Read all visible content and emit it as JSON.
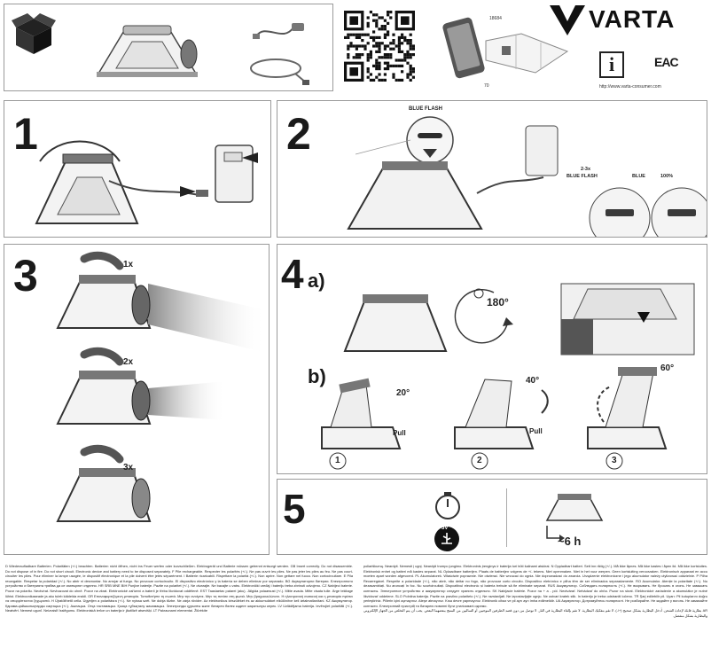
{
  "brand": {
    "name": "VARTA",
    "website": "http://www.varta-consumer.com"
  },
  "header": {
    "doc_code_top": "18684",
    "doc_code_bottom": "70",
    "info_icon": "i",
    "cert_mark": "EAC"
  },
  "steps": {
    "s1": {
      "number": "1"
    },
    "s2": {
      "number": "2",
      "blue_flash": "BLUE FLASH",
      "state_a_time": "2-3x",
      "state_a_label": "BLUE FLASH",
      "state_b_label": "BLUE",
      "state_b_pct": "100%"
    },
    "s3": {
      "number": "3",
      "mode1": "1x",
      "mode2": "2x",
      "mode3": "3x"
    },
    "s4a": {
      "number": "4",
      "suffix": "a)",
      "rotate": "180°"
    },
    "s4b": {
      "label": "b)",
      "angle1": "20°",
      "angle2": "40°",
      "angle3": "60°",
      "pull": "Pull",
      "idx1": "1",
      "idx2": "2",
      "idx3": "3"
    },
    "s5": {
      "number": "5",
      "usb": "5V",
      "duration": "~6 h"
    }
  },
  "icons": [
    "box-icon",
    "lantern-icon",
    "cable-icon",
    "qr-code-icon",
    "phone-icon",
    "info-icon",
    "stopwatch-icon",
    "usb-icon",
    "rotate-icon",
    "arrow-icon"
  ],
  "legal": {
    "col1": "D Wiederaufladbare Batterien. Polaritäten (+/-) beachten. Batterien nicht öffnen, nicht ins Feuer werfen oder kurzschließen. Elektrogerät und Batterie müssen getrennt entsorgt werden. GB Insert correctly. Do not disassemble. Do not dispose of in fire. Do not short circuit. Electronic device and battery need to be disposed separately. F Pile rechargeable. Respecter les polarités (+/-). Ne pas ouvrir les piles. Ne pas jeter les piles au feu. Ne pas court-circuiter les piles. Pour éliminer la lampe usagée, le dispositif électronique et la pile doivent être jetés séparément. I Batterie ricaricabili. Rispettare la polarità (+/-). Non aprire. Non gettare nel fuoco. Non cortocircuitare. E Pila recargable. Respetar la polaridad (+/-). No abrir ni desmontar. No arrojar al fuego. No provocar cortocircuito. El dispositivo electrónico y la batería se deben eliminar por separado. BG Акумулаторни батерии. Електронното устройство и батерията трябва да се изхвърлят отделно. HR SRB MNE BIH Punjive baterije. Pazite na polaritet (+/-). Ne otvarajte. Ne bacajte u vatru. Elektronički uređaj i bateriju treba zbrinuti odvojeno. CZ Nabíjecí baterie. Pozor na polaritu. Neotvírat. Nevhazovat do ohně. Pozor na zkrat. Elektronické zařízení a baterii je třeba likvidovat odděleně. EST Taaslaetav patarei (aku). Jälgida polaarsust (+/-). Mitte avada. Mitte visata tulle. Ärge tekitage lühist. Elektroonikaseade ja aku tuleb käidelda eraldi. GR Επαναφορτιζόμενη μπαταρία. Τοποθετήστε τη σωστά. Μην την ανοίγετε. Μην τις πετάτε στη φωτιά. Μην βραχυκυκλώνετε. Η ηλεκτρονική συσκευή και η μπαταρία πρέπει να απορρίπτονται ξεχωριστά. H Újratölthető cella. Ügyeljen a polaritásra (+/-). Ne nyissa szét. Ne dobja tűzbe. Ne zárja rövidre. Az elektronikus készüléket és az akkumulátort elkülönítve kell ártalmatlanítani. KZ Аккумулятор. Қарама-қайшылықтарды сақтаңыз (+/-). Ашпаңыз. Отқа тастамаңыз. Қысқа тұйықталу жасамаңыз. Электронды құрылғы және батарея бөлек кәдеге жаратылуы керек. LV Uzlādējama baterija. Ievērojiet polaritāti (+/-). Neatvērt. Nemest ugunī. Neizraisīt īsslēgumu. Elektroniskā ierīce un baterija ir jāutilizē atsevišķi. LT Pakraunami elementai. Žiūrėkite",
    "col2": "poliariškumą. Neardyti. Nemesti į ugnį. Neardyti trumpo jungimo. Elektroninis įrenginys ir baterija turi būti šalinami atskirai. N Oppladbart batteri. Sett inn riktig (+/-). Må ikke åpnes. Må ikke kastes i åpen ild. Må ikke kortsluttes. Elektronisk enhet og batteri må kastes separat. NL Oplaadbare batterijen. Plaats de batterijen volgens de +/- tekens. Niet openmaken. Niet in het vuur werpen. Geen kortsluiting veroorzaken. Elektronisch apparaat en accu moeten apart worden afgevoerd. PL Akumulatorek. Właściwie poprawnie. Nie otwierać. Nie wrzucać do ognia. Nie doprowadzać do zwarcia. Urządzenie elektroniczne i jego akumulator należy utylizować oddzielnie. P Pilha Recarregável. Respeite a polaridade (+/-), não abrir, não deitar no fogo, não provocar curto circuito. Dispositivo eletrónico e pilha têm de ser eliminados separadamente. RO Acumulator. Atenție la polaritate (+/-). Nu dezasamblați. Nu aruncați în foc. Nu scurtcircuitați. Dispozitivul electronic și bateria trebuie să fie eliminate separat. RUS Аккумулятор. Соблюдать полярность (+/-). Не вскрывать. Не бросать в огонь. Не замыкать контакты. Электронное устройство и аккумулятор следует хранить отдельно. SK Nabíjacie batérie. Pozor na + a - pól. Neotvárať. Nehádzať do ohňa. Pozor na skrat. Elektronické zariadenie a akumulátor je nutné likvidovať oddelene. SLO Polnilna baterija. Pazite na pravilno polariteto (+/-). Ne razstavljati. Ne izpostavljajte ognju. Ne ustvari kratek stik. In baterijo je treba odstraniti ločeno. TR Şarj edilebilir pil. Uyarı: Pil kutuplarını doğru yerleştiriniz. Pillerin içini açmayınız. Ateşe atmayınız. Kısa devre yapmayınız. Elektronik cihaz ve pil ayrı ayrı imha edilmelidir. UA Акумулятор. Дотримуйтесь полярності. Не розбирайте. Не кидайте у вогонь. Не замикайте контакти. Електронний пристрій та батарею повинні бути утилізовані окремо.",
    "col2_ar": "AR بطارية قابلة لإعادة الشحن. أدخل البطارية بشكل صحيح (+/-). لا تقم بتفكيك البطارية. لا تقم بإلقاء البطارية في النار. لا توصل من دون قصد الطرفين الموجبين أو السالبين من المنتج ببعضهما البعض. يجب أن يتم التخلص من الجهاز الإلكتروني والبطارية بشكل منفصل."
  }
}
